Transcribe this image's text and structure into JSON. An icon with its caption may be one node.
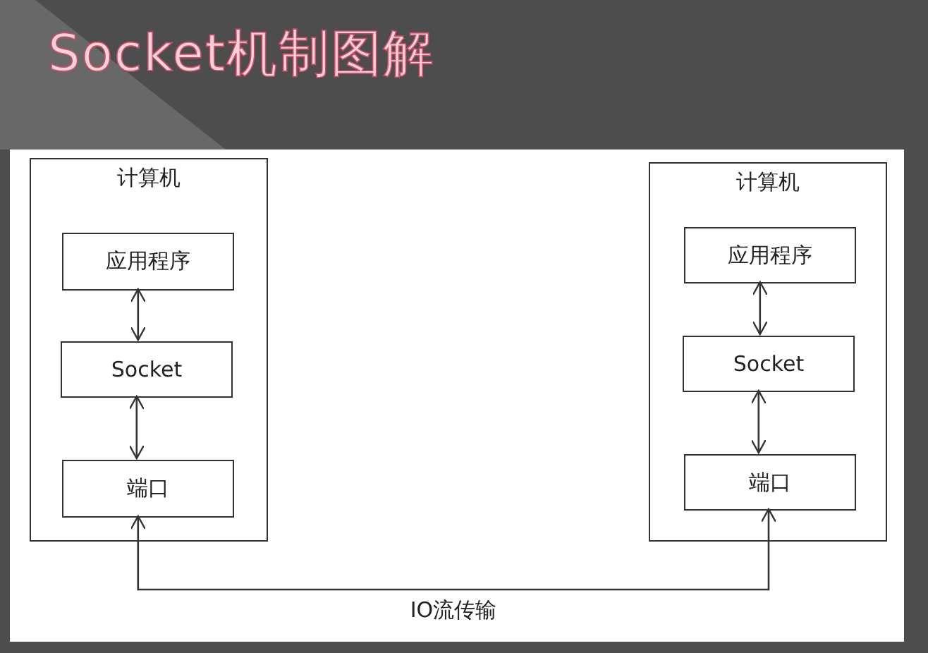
{
  "diagram": {
    "title": "Socket机制图解",
    "nodes": [
      {
        "text": [
          "计算机"
        ]
      },
      {
        "text": [
          "应用程序"
        ],
        "in": 0
      },
      {
        "text": [
          "Socket"
        ],
        "in": 0
      },
      {
        "text": [
          "端口"
        ],
        "in": 0
      },
      {
        "text": [
          "计算机"
        ]
      },
      {
        "text": [
          "应用程序"
        ],
        "in": 4
      },
      {
        "text": [
          "Socket"
        ],
        "in": 4
      },
      {
        "text": [
          "端口"
        ],
        "in": 4
      }
    ],
    "edges": [
      {
        "from": 1,
        "to": 2,
        "arrow": "both"
      },
      {
        "from": 2,
        "to": 3,
        "arrow": "both"
      },
      {
        "from": 5,
        "to": 6,
        "arrow": "both"
      },
      {
        "from": 6,
        "to": 7,
        "arrow": "both"
      },
      {
        "from": 3,
        "to": 7,
        "arrow": "both",
        "label": "IO流传输"
      }
    ]
  }
}
